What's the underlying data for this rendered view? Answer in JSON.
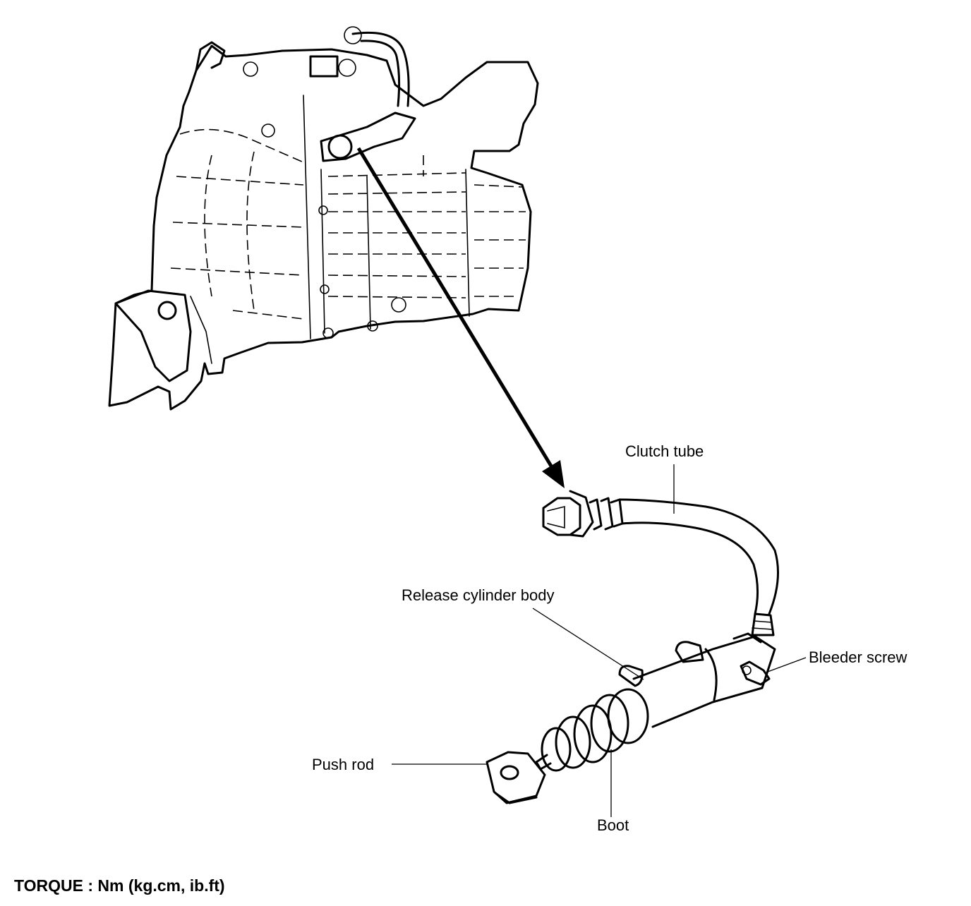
{
  "labels": {
    "clutch_tube": "Clutch tube",
    "release_cylinder_body": "Release cylinder body",
    "bleeder_screw": "Bleeder screw",
    "push_rod": "Push rod",
    "boot": "Boot"
  },
  "footer": {
    "torque": "TORQUE : Nm (kg.cm, ib.ft)"
  }
}
